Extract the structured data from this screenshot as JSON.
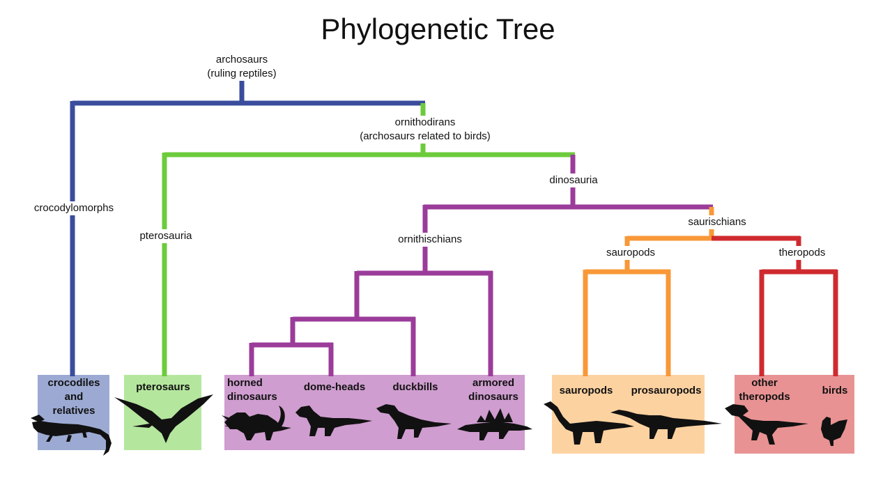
{
  "title": "Phylogenetic Tree",
  "colors": {
    "archosaurs": "#3a4c9c",
    "ornithodirans": "#6ccb3c",
    "dinosauria": "#9b3c9a",
    "saurischians": "#f89838",
    "theropods": "#cf2a2f",
    "box_crocs": "#9caad3",
    "box_pterosaurs": "#b5e69e",
    "box_ornithischians": "#cf9dcf",
    "box_sauropods": "#fdd2a1",
    "box_theropods": "#e99293"
  },
  "nodes": {
    "archosaurs": "archosaurs\n(ruling reptiles)",
    "crocodylomorphs": "crocodylomorphs",
    "ornithodirans": "ornithodirans\n(archosaurs related to birds)",
    "pterosauria": "pterosauria",
    "dinosauria": "dinosauria",
    "ornithischians": "ornithischians",
    "saurischians": "saurischians",
    "sauropods": "sauropods",
    "theropods": "theropods"
  },
  "tips": {
    "crocodiles": "crocodiles\nand\nrelatives",
    "pterosaurs": "pterosaurs",
    "horned": "horned\ndinosaurs",
    "domeheads": "dome-heads",
    "duckbills": "duckbills",
    "armored": "armored\ndinosaurs",
    "sauropods": "sauropods",
    "prosauropods": "prosauropods",
    "other_theropods": "other\ntheropods",
    "birds": "birds"
  },
  "silhouettes": [
    "crocodile",
    "pterosaur",
    "triceratops",
    "pachycephalosaurus",
    "hadrosaur",
    "stegosaurus",
    "sauropod",
    "prosauropod",
    "tyrannosaurus",
    "chicken"
  ]
}
